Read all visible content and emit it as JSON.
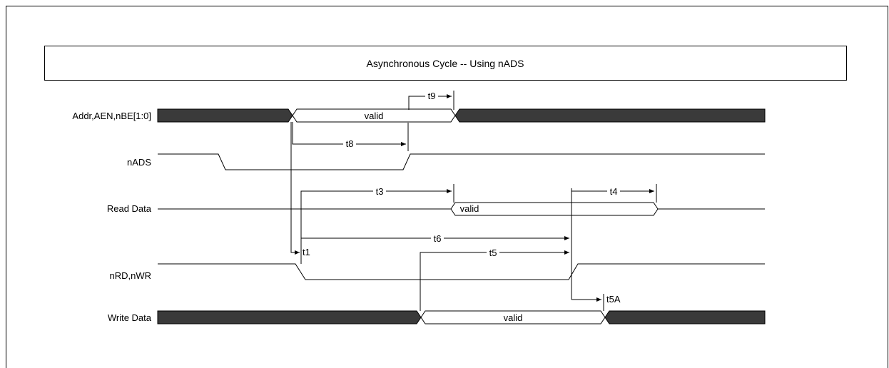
{
  "title": "Asynchronous Cycle -- Using nADS",
  "signals": {
    "addr": "Addr,AEN,nBE[1:0]",
    "nads": "nADS",
    "read_data": "Read Data",
    "nrd_nwr": "nRD,nWR",
    "write_data": "Write Data"
  },
  "bus_labels": {
    "addr_valid": "valid",
    "read_valid": "valid",
    "write_valid": "valid"
  },
  "timing": {
    "t1": "t1",
    "t3": "t3",
    "t4": "t4",
    "t5": "t5",
    "t5a": "t5A",
    "t6": "t6",
    "t8": "t8",
    "t9": "t9"
  }
}
